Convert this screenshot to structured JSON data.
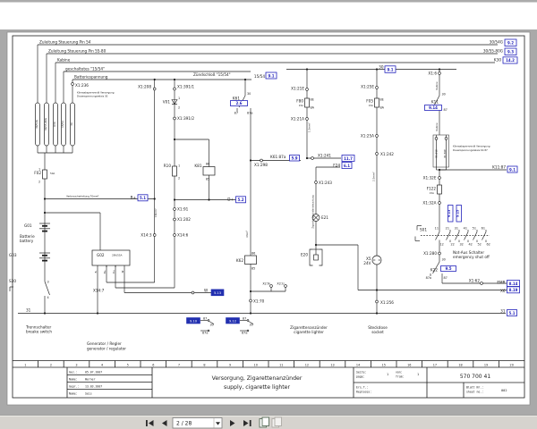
{
  "toolbar": {
    "page_indicator": "2 / 28",
    "icons": {
      "first": "first-page",
      "previous": "previous-page",
      "next": "next-page",
      "last": "last-page",
      "dropdown": "page-list-dropdown",
      "layout1": "single-page-layout",
      "layout2": "facing-page-layout"
    }
  },
  "buses": {
    "b1": "Zuleitung Steuerung Pin 54",
    "b1_right": "30/54G",
    "b2": "Zuleitung Steuerung Pin 55-80",
    "b2_right": "30/55-80G",
    "b3": "Kabine",
    "b3_right": "K30",
    "b4": "geschaltetes \"15/54\"",
    "b4_right": "15/54",
    "b5": "Batteriespannung",
    "zuendschloss": "Zündschloß \"15/54\"",
    "n30": "30",
    "n31": "31",
    "n31_right": "31",
    "tags": [
      "30/54G",
      "30/55-80G",
      "K30",
      "15/54",
      "30"
    ]
  },
  "refs": {
    "r92": "9.2",
    "r93": "9.3",
    "r142": "14.2",
    "r91a": "9.1",
    "r91b": "9.1",
    "r91c": "9.1",
    "r26": "2.6",
    "r59": "5.9",
    "r117": "11.7",
    "r61": "6.1",
    "r51a": "5.1",
    "r51b": "5.1",
    "r52": "5.2",
    "r513": "5.13",
    "r914": "9.14",
    "r95": "9.5",
    "r814": "8.14",
    "r819": "8.19",
    "r910": "9.10",
    "r912": "9.12",
    "rv1": "9.13",
    "rv2": "9.15"
  },
  "parts": {
    "x1_236": "X1:236",
    "x1_208": "X1:208",
    "x1_391_1": "X1:391/1",
    "x1_391_2": "X1:391/2",
    "v01": "V01",
    "v01_1": "1",
    "v01_2": "2",
    "f02": "F02",
    "f02_amp": "50A",
    "f02_1": "1",
    "f02_2": "2",
    "hv": "Verbraucherleitung 70mm²",
    "mm16": "16mm²",
    "bplus": "B+",
    "dplus": "D+",
    "g01": "G01",
    "g03": "G03",
    "g02": "G02",
    "g02_rating": "28V/55A",
    "g02_pins": [
      "B-",
      "B+",
      "D+",
      "W"
    ],
    "s30": "S30",
    "s30_3": "3",
    "s30_4": "4",
    "r10": "R10",
    "r10_1": "1",
    "r10_2": "2",
    "k81": "K81",
    "k81_86": "86",
    "k81_85": "85",
    "x1_91": "X1:91",
    "x1_202": "X1:202",
    "x14_6": "X14:6",
    "x14_3": "X14:3",
    "x14_7": "X14:7",
    "w_label": "W",
    "k61": "K61",
    "k61_30": "30",
    "k61_87": "87",
    "k61_87a": "87a",
    "k61_87a_label": "K61:87a",
    "x1_298": "X1:298",
    "k62": "K62",
    "k62_86": "86",
    "k62_85": "85",
    "mm4": "4mm²",
    "x2n": "X2:N",
    "x2u": "X2:U",
    "x1_70": "X1:70",
    "x1_21e": "X1:21E",
    "f80": "F80",
    "f80_amp": "15A",
    "f80_e": "8E",
    "f80_a": "8A",
    "x1_21a": "X1:21A",
    "mm15": "1.5mm²",
    "x1_241": "X1:241",
    "f24": "F24",
    "x1_243": "X1:243",
    "zbel": "Zigarettenanzünderbeleuchtung",
    "e21": "E21",
    "e20": "E20",
    "x1_25e": "X1:25E",
    "f05": "F05",
    "f05_amp": "15A",
    "f05_e": "8E",
    "f05_a": "8A",
    "x1_25a": "X1:25A",
    "x1_242": "X1:242",
    "mm25": "2.5mm²",
    "x5": "X5",
    "x5_v": "24V",
    "x1_256": "X1:256",
    "x1_6": "X1:6",
    "kab1": "Kabine",
    "kab2": "Kabine",
    "k11": "K11",
    "k11_30": "30",
    "k11_87": "87",
    "k11_87_label": "K11:87",
    "x1_31e": "X1:31E",
    "x1_30e": "X1:30E",
    "x1_32e": "X1:32E",
    "f122": "F122",
    "f122_amp": "15A",
    "x1_32a": "X1:32A",
    "s01": "S01",
    "s01_top": [
      "11",
      "21",
      "31",
      "41",
      "51",
      "61"
    ],
    "s01_bot": [
      "12",
      "22",
      "32",
      "42",
      "52",
      "62"
    ],
    "x1_280": "X1:280",
    "k22": "K22",
    "k22_30": "30",
    "k22_87a": "87a",
    "k22_87": "87",
    "x1_62": "X1:62",
    "emr": "EMR",
    "x6": "X6",
    "c1_87": "87",
    "c1_30": "30",
    "c1_87a": "87a",
    "c2_87": "87",
    "c2_30": "30",
    "c2_87a": "87a"
  },
  "captions": {
    "ann236a": "Klimaabsperrventil Versorgung",
    "ann236b": "Dauerspannungsrelais 30",
    "annk11a": "Klimaabsperrventil Versorgung",
    "annk11b": "Dauerspannungsrelais K1:87",
    "batt1": "Batterie",
    "batt2": "battery",
    "trenn1": "Trennschalter",
    "trenn2": "breake switch",
    "gen1": "Generator / Regler",
    "gen2": "generator / regulator",
    "zig1": "Zigarettenanzünder",
    "zig2": "cigarette lighter",
    "steck1": "Steckdose",
    "steck2": "socket",
    "notaus1": "Not-Aus Schalter",
    "notaus2": "emergency shut off"
  },
  "title_block": {
    "gez_label": "Gez.:",
    "gez_date": "05.07.2007",
    "name_label1": "Name:",
    "name1": "Werner",
    "gepr_label": "Gepr.:",
    "gepr_date": "13.03.2007",
    "name_label2": "Name:",
    "name2": "Seis",
    "title_de": "Versorgung, Zigarettenanzünder",
    "title_en": "supply, cigarette lighter",
    "seite": "Seite:",
    "page": "page:",
    "page_no": "1",
    "von": "von:",
    "from": "from:",
    "from_no": "1",
    "ersf": "Ers.f.:",
    "replaces": "Replaces:",
    "doc_no": "570 700 41",
    "blatt": "Blatt Nr.:",
    "sheet": "sheet no.:",
    "sheet_no": "002"
  },
  "columns": [
    "1",
    "2",
    "3",
    "4",
    "5",
    "6",
    "7",
    "8",
    "9",
    "10",
    "11",
    "12",
    "13",
    "14",
    "15",
    "16",
    "17",
    "18",
    "19",
    "20"
  ]
}
